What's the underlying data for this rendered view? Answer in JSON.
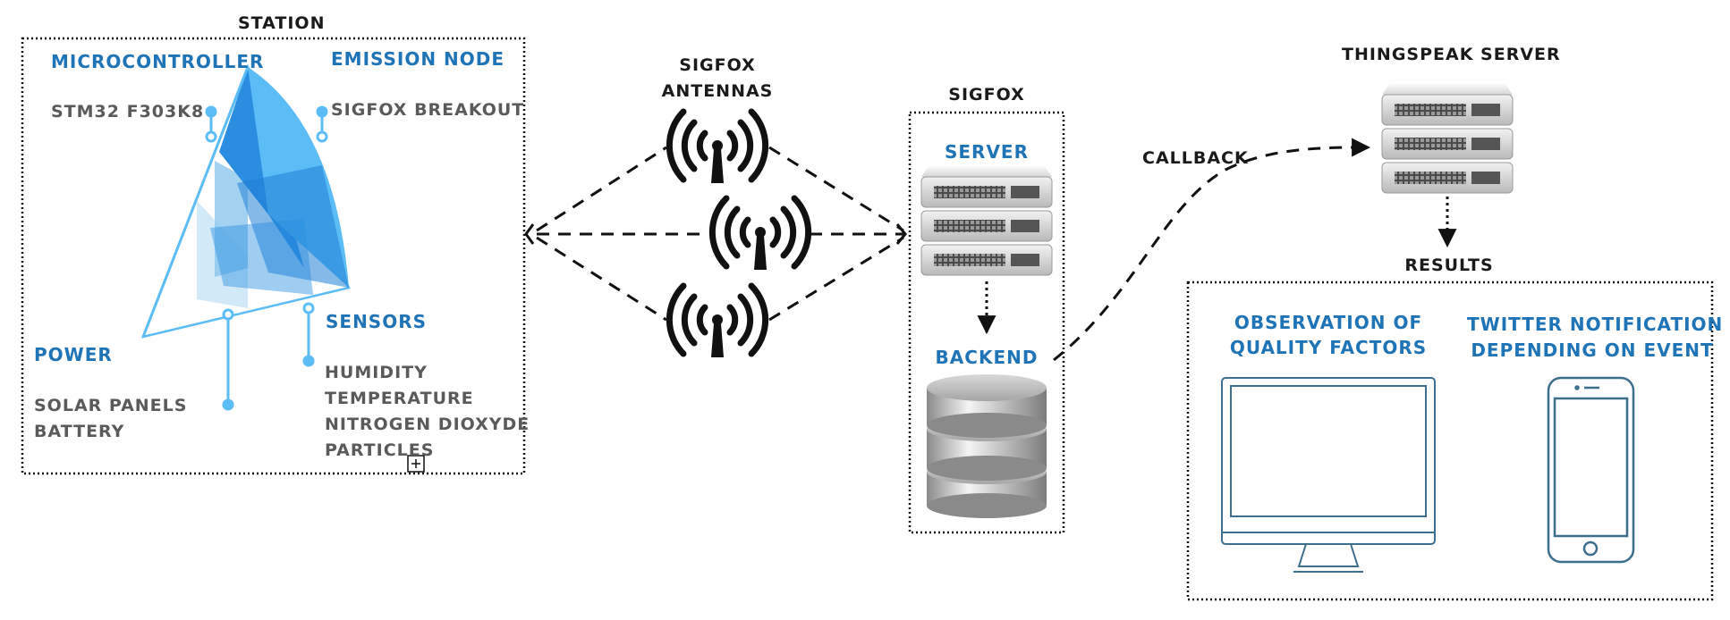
{
  "station": {
    "title": "STATION",
    "microcontroller": {
      "heading": "MICROCONTROLLER",
      "model": "STM32 F303K8"
    },
    "emission_node": {
      "heading": "EMISSION NODE",
      "module": "SIGFOX BREAKOUT"
    },
    "power": {
      "heading": "POWER",
      "items": [
        "SOLAR PANELS",
        "BATTERY"
      ]
    },
    "sensors": {
      "heading": "SENSORS",
      "items": [
        "HUMIDITY",
        "TEMPERATURE",
        "NITROGEN DIOXYDE",
        "PARTICLES"
      ]
    }
  },
  "antennas": {
    "title_line1": "SIGFOX",
    "title_line2": "ANTENNAS"
  },
  "sigfox": {
    "title": "SIGFOX",
    "server_label": "SERVER",
    "backend_label": "BACKEND"
  },
  "callback": {
    "label": "CALLBACK"
  },
  "thingspeak": {
    "title": "THINGSPEAK SERVER"
  },
  "results": {
    "title": "RESULTS",
    "observation_line1": "OBSERVATION OF",
    "observation_line2": "QUALITY FACTORS",
    "twitter_line1": "TWITTER NOTIFICATION",
    "twitter_line2": "DEPENDING ON EVENT"
  },
  "colors": {
    "accent_blue": "#1f73b7",
    "sail_light": "#5cbcf5",
    "sail_dark": "#2b8de0",
    "device_outline": "#3d6e8c",
    "dashed_line": "#111111"
  },
  "icons": [
    "sail-icon",
    "antenna-icon",
    "server-icon",
    "database-icon",
    "monitor-icon",
    "phone-icon",
    "expand-icon"
  ]
}
